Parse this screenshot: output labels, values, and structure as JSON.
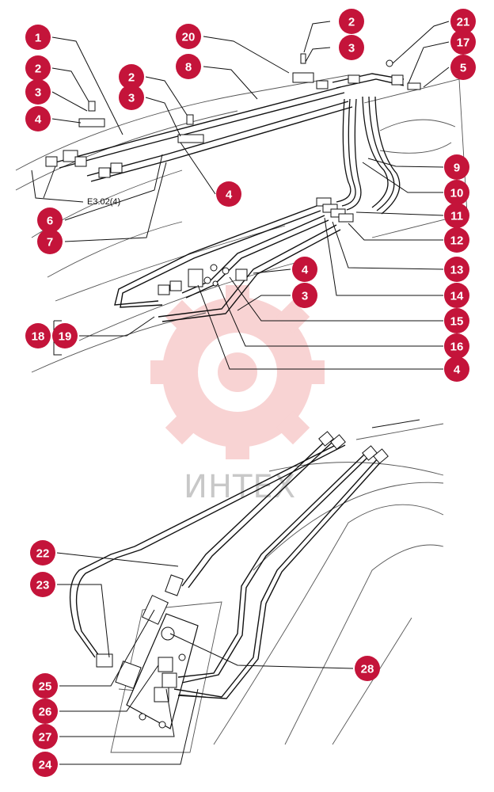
{
  "watermark": {
    "text": "ИНТЕХ"
  },
  "reference_label": "E3.02(4)",
  "callout_color": "#c4143a",
  "callouts": [
    {
      "n": "1"
    },
    {
      "n": "2"
    },
    {
      "n": "3"
    },
    {
      "n": "4"
    },
    {
      "n": "2"
    },
    {
      "n": "3"
    },
    {
      "n": "20"
    },
    {
      "n": "8"
    },
    {
      "n": "2"
    },
    {
      "n": "3"
    },
    {
      "n": "21"
    },
    {
      "n": "17"
    },
    {
      "n": "5"
    },
    {
      "n": "4"
    },
    {
      "n": "6"
    },
    {
      "n": "7"
    },
    {
      "n": "9"
    },
    {
      "n": "10"
    },
    {
      "n": "11"
    },
    {
      "n": "12"
    },
    {
      "n": "4"
    },
    {
      "n": "13"
    },
    {
      "n": "3"
    },
    {
      "n": "14"
    },
    {
      "n": "15"
    },
    {
      "n": "18"
    },
    {
      "n": "19"
    },
    {
      "n": "16"
    },
    {
      "n": "4"
    },
    {
      "n": "22"
    },
    {
      "n": "23"
    },
    {
      "n": "28"
    },
    {
      "n": "25"
    },
    {
      "n": "26"
    },
    {
      "n": "27"
    },
    {
      "n": "24"
    }
  ]
}
